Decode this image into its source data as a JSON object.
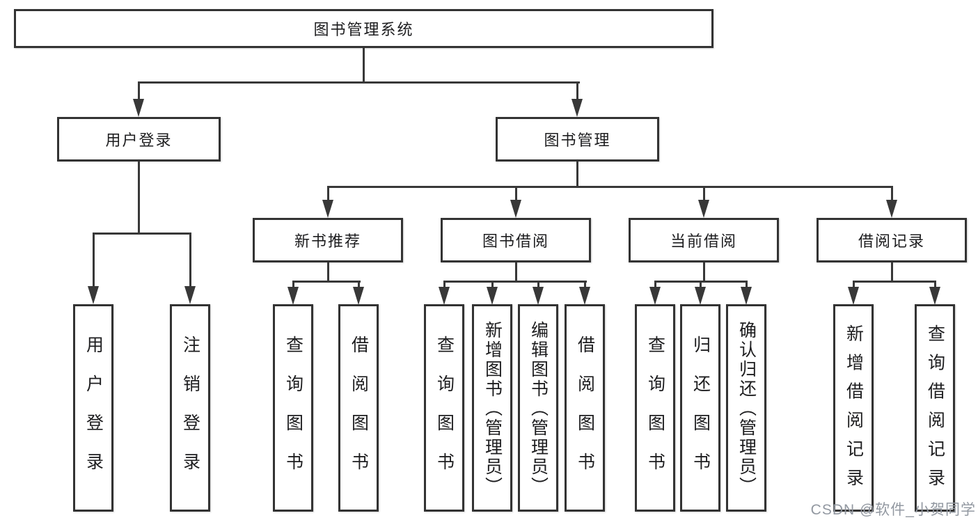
{
  "title": "图书管理系统",
  "watermark": "CSDN @软件_小贺同学",
  "colors": {
    "line": "#383838",
    "box_border": "#333333",
    "text": "#1d1d1f",
    "watermark": "#9298a1",
    "background": "#ffffff"
  },
  "branches": [
    {
      "label": "用户登录",
      "children": [
        "用户登录",
        "注销登录"
      ]
    },
    {
      "label": "图书管理",
      "sections": [
        {
          "label": "新书推荐",
          "children": [
            "查询图书",
            "借阅图书"
          ]
        },
        {
          "label": "图书借阅",
          "children": [
            "查询图书",
            "新增图书（管理员）",
            "编辑图书（管理员）",
            "借阅图书"
          ]
        },
        {
          "label": "当前借阅",
          "children": [
            "查询图书",
            "归还图书",
            "确认归还（管理员）"
          ]
        },
        {
          "label": "借阅记录",
          "children": [
            "新增借阅记录",
            "查询借阅记录"
          ]
        }
      ]
    }
  ]
}
